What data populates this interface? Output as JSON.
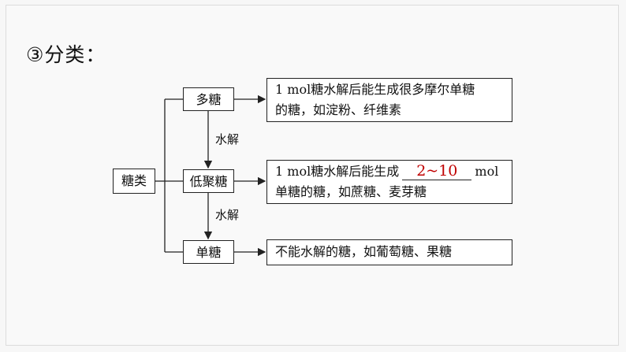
{
  "heading": "③分类：",
  "root": "糖类",
  "nodes": {
    "poly": "多糖",
    "oligo": "低聚糖",
    "mono": "单糖"
  },
  "edge_labels": {
    "poly_to_oligo": "水解",
    "oligo_to_mono": "水解"
  },
  "descriptions": {
    "poly": {
      "line1": "1 mol糖水解后能生成很多摩尔单糖",
      "line2": "的糖，如淀粉、纤维素"
    },
    "oligo": {
      "line1_prefix": "1 mol糖水解后能生成",
      "answer": "2~10",
      "line1_suffix": "mol",
      "line2": "单糖的糖，如蔗糖、麦芽糖"
    },
    "mono": {
      "line1": "不能水解的糖，如葡萄糖、果糖"
    }
  },
  "colors": {
    "answer": "#c00000",
    "line": "#222222"
  }
}
